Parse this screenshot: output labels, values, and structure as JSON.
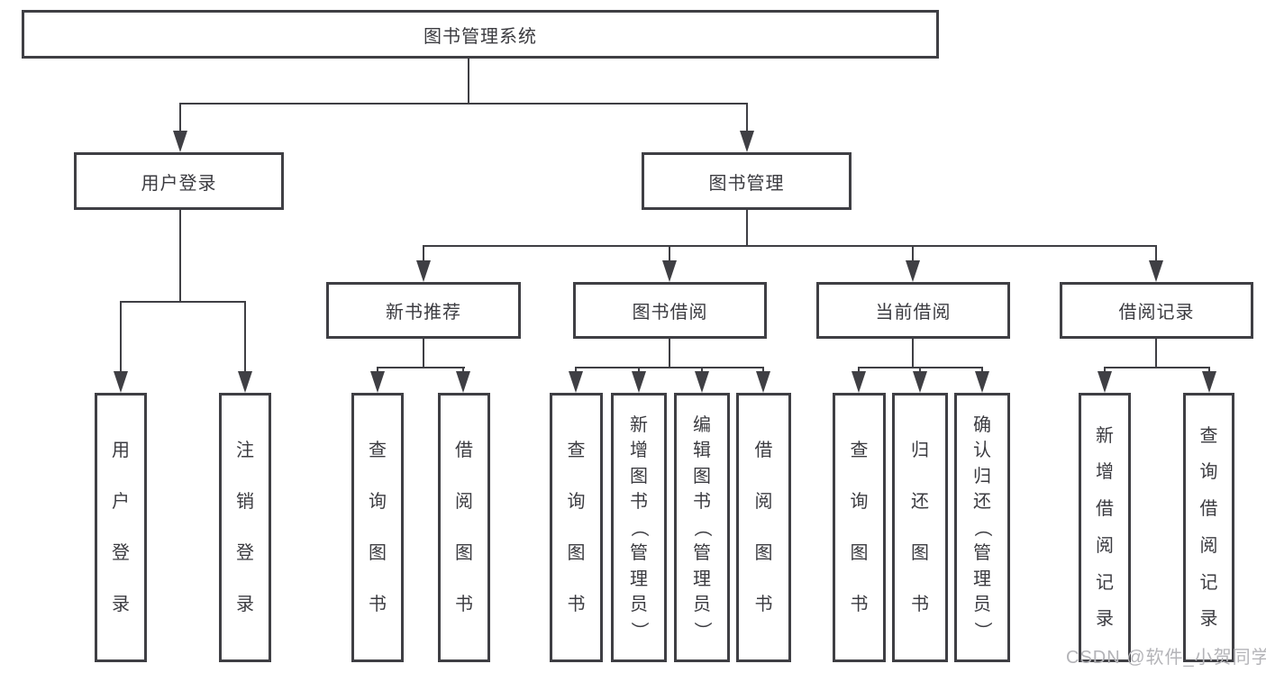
{
  "colors": {
    "line": "#3f3f44",
    "text": "#3b3b40",
    "box_background": "#ffffff",
    "page_background": "#ffffff",
    "watermark": "#b4b4b8"
  },
  "tree": {
    "root": {
      "label": "图书管理系统"
    },
    "branches": [
      {
        "label": "用户登录",
        "children": [
          {
            "label": "用户登录"
          },
          {
            "label": "注销登录"
          }
        ]
      },
      {
        "label": "图书管理",
        "children": [
          {
            "label": "新书推荐",
            "children": [
              {
                "label": "查询图书"
              },
              {
                "label": "借阅图书"
              }
            ]
          },
          {
            "label": "图书借阅",
            "children": [
              {
                "label": "查询图书"
              },
              {
                "label": "新增图书（管理员）"
              },
              {
                "label": "编辑图书（管理员）"
              },
              {
                "label": "借阅图书"
              }
            ]
          },
          {
            "label": "当前借阅",
            "children": [
              {
                "label": "查询图书"
              },
              {
                "label": "归还图书"
              },
              {
                "label": "确认归还（管理员）"
              }
            ]
          },
          {
            "label": "借阅记录",
            "children": [
              {
                "label": "新增借阅记录"
              },
              {
                "label": "查询借阅记录"
              }
            ]
          }
        ]
      }
    ]
  },
  "watermark": {
    "text": "CSDN @软件_小贺同学"
  }
}
